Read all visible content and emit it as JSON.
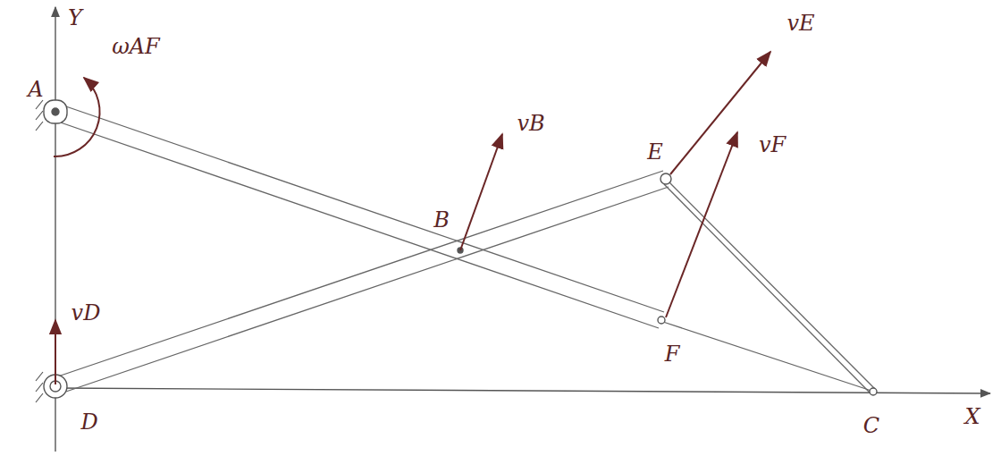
{
  "diagram": {
    "labels": [
      "Y",
      "A",
      "ωAF",
      "vB",
      "vE",
      "E",
      "B",
      "vF",
      "vD",
      "F",
      "D",
      "C",
      "X"
    ]
  }
}
